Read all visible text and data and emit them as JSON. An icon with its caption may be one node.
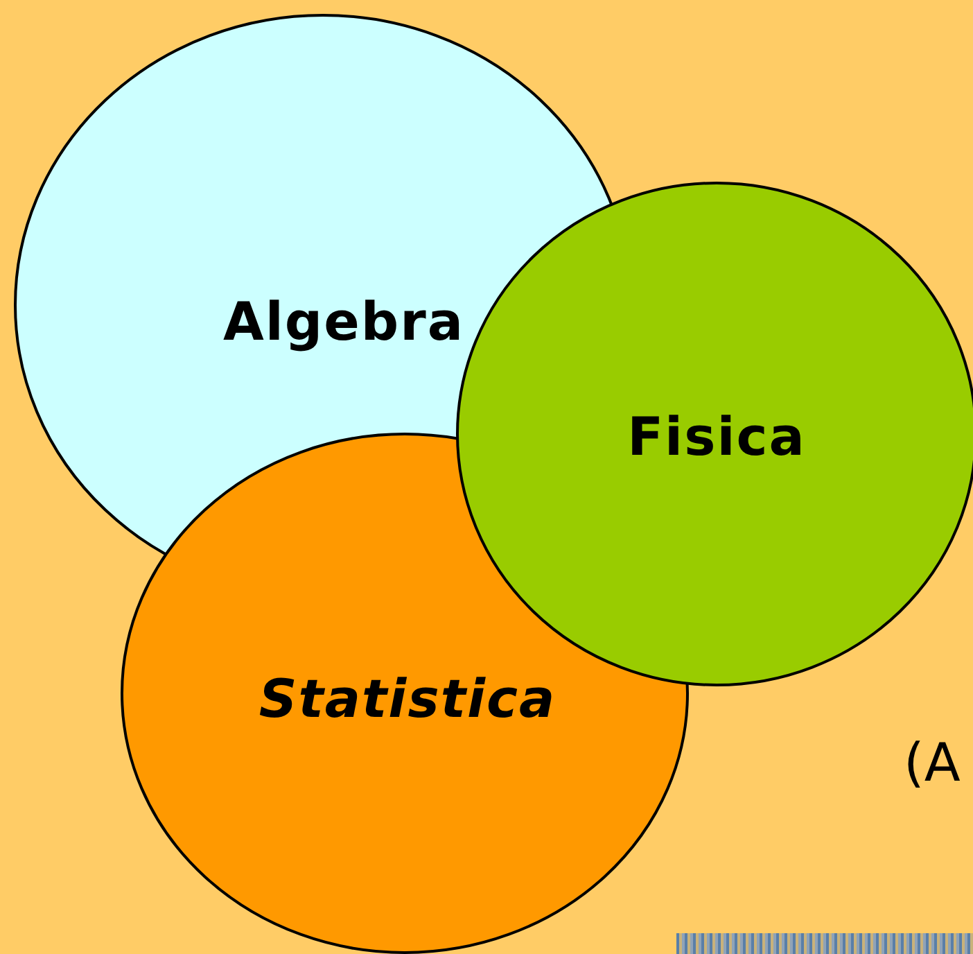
{
  "diagram": {
    "nodes": [
      {
        "text": [
          "Algebra"
        ]
      },
      {
        "text": [
          "Statistica"
        ]
      },
      {
        "text": [
          "Fisica"
        ]
      }
    ],
    "edges": [],
    "labels": [
      "(A"
    ]
  }
}
